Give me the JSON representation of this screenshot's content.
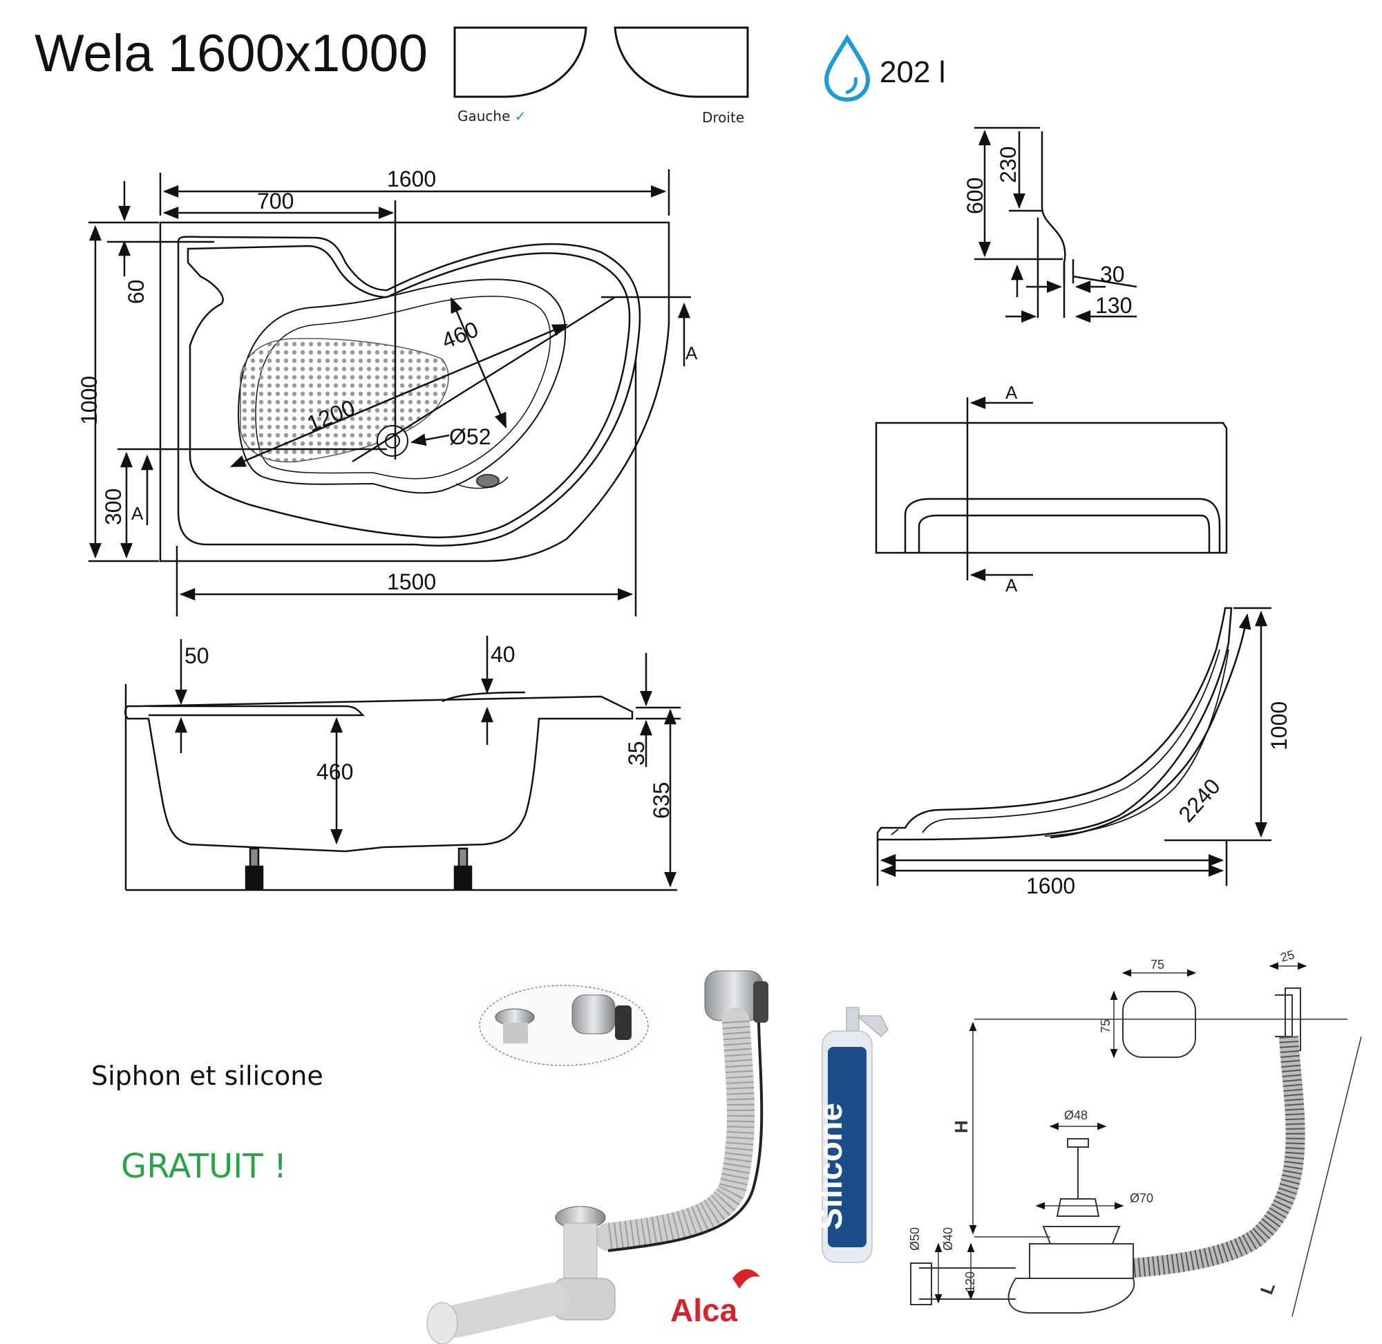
{
  "header": {
    "title": "Wela 1600x1000",
    "option_left": "Gauche",
    "option_left_mark": "✓",
    "option_right": "Droite",
    "volume": "202 l"
  },
  "top_view": {
    "total_width": "1600",
    "depth_width": "700",
    "rim_60": "60",
    "height_1000": "1000",
    "height_300": "300",
    "section_a": "A",
    "section_a2": "A",
    "inner_length": "1200",
    "inner_width": "460",
    "drain": "Ø52",
    "bottom_width": "1500"
  },
  "side_view": {
    "rim_50": "50",
    "rim_40": "40",
    "depth_460": "460",
    "rim_35": "35",
    "height_635": "635"
  },
  "section_profile": {
    "h600": "600",
    "h230": "230",
    "w30": "30",
    "w130": "130"
  },
  "front_view": {
    "label_a_top": "A",
    "label_a_bottom": "A"
  },
  "panel_view": {
    "height_1000": "1000",
    "arc_2240": "2240",
    "width_1600": "1600"
  },
  "promo": {
    "text": "Siphon et silicone",
    "free": "GRATUIT !"
  },
  "accessories": {
    "brand": "Alca",
    "cartridge_text": "Silicone",
    "dims": {
      "d75a": "75",
      "d75b": "75",
      "d25": "25",
      "h": "H",
      "d48": "Ø48",
      "d70": "Ø70",
      "d50": "Ø50",
      "d40": "Ø40",
      "d120": "120",
      "l": "L"
    }
  },
  "colors": {
    "line": "#111111",
    "accent_green": "#2aa34a",
    "drop_blue": "#1e9ad6",
    "alca_red": "#d8232a"
  }
}
